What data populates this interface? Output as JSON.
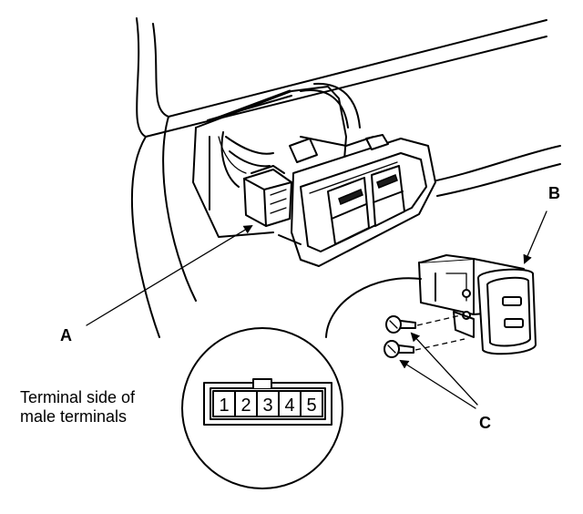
{
  "callouts": {
    "a": "A",
    "b": "B",
    "c": "C"
  },
  "caption": {
    "line1": "Terminal side of",
    "line2": "male terminals"
  },
  "connector_pins": [
    "1",
    "2",
    "3",
    "4",
    "5"
  ]
}
